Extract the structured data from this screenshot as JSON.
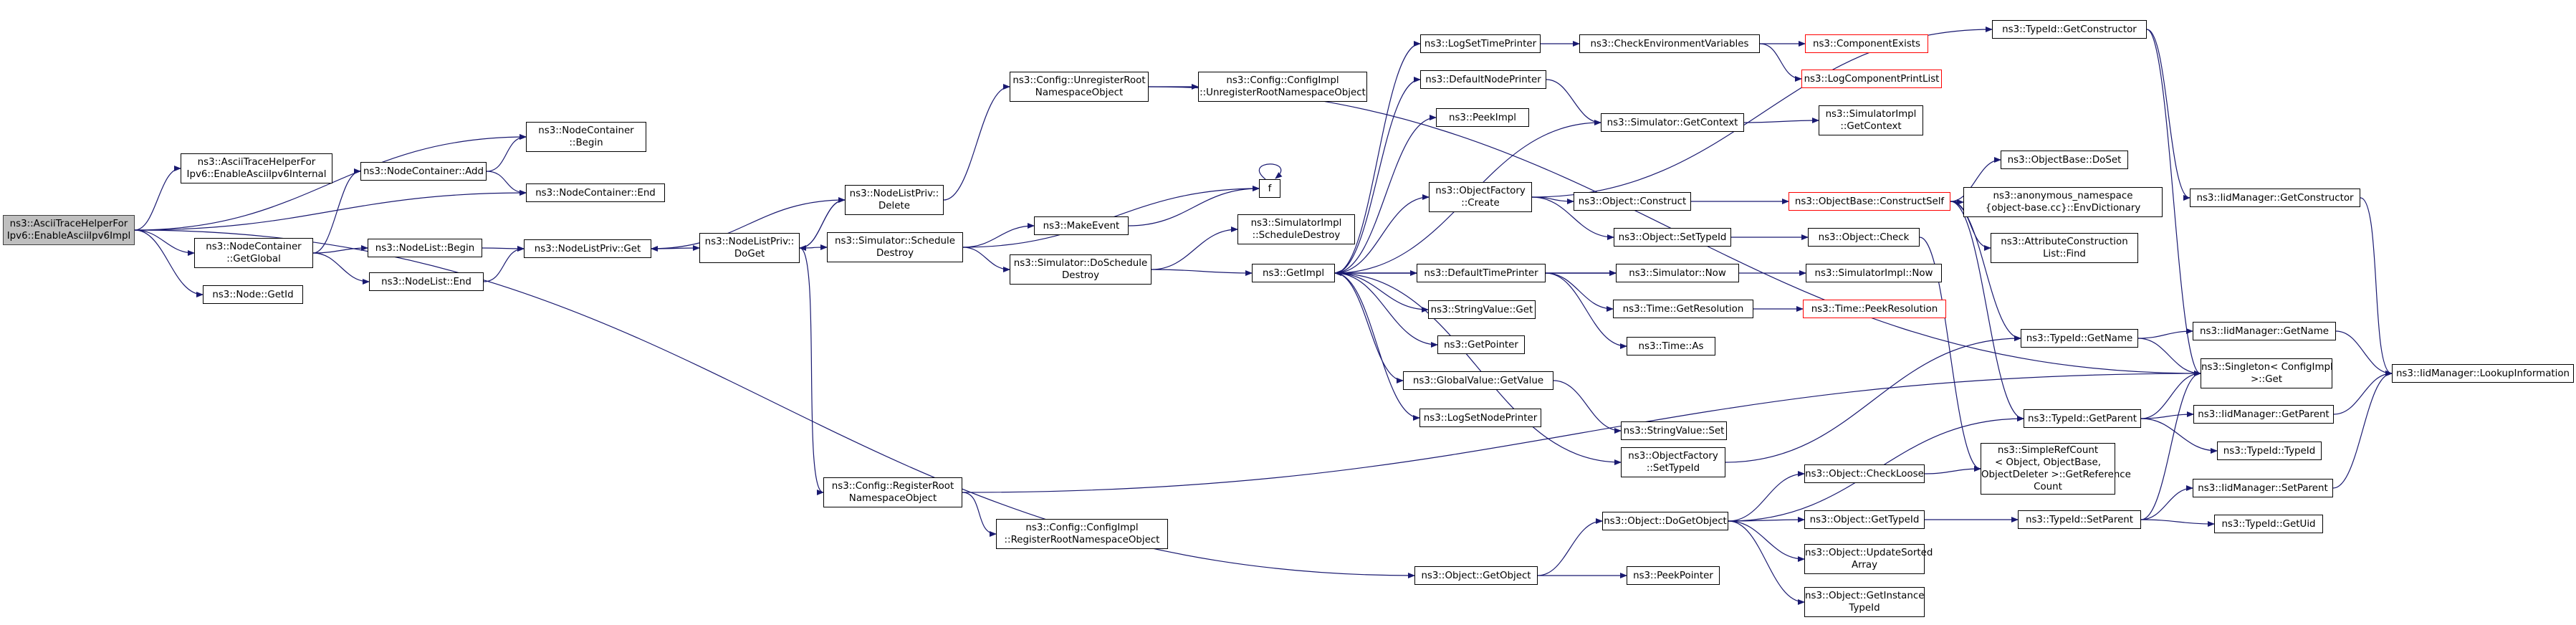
{
  "colors": {
    "edge": "#191970",
    "node_border": "#000000",
    "truncated_border": "#ff0000",
    "root_fill": "#bfbfbf",
    "background": "#ffffff"
  },
  "nodes": {
    "root": {
      "lines": [
        "ns3::AsciiTraceHelperFor",
        "Ipv6::EnableAsciiIpv6Impl"
      ]
    },
    "ascii_internal": {
      "lines": [
        "ns3::AsciiTraceHelperFor",
        "Ipv6::EnableAsciiIpv6Internal"
      ]
    },
    "nc_add": {
      "lines": [
        "ns3::NodeContainer::Add"
      ]
    },
    "nc_begin": {
      "lines": [
        "ns3::NodeContainer",
        "::Begin"
      ]
    },
    "nc_end": {
      "lines": [
        "ns3::NodeContainer::End"
      ]
    },
    "nc_getglobal": {
      "lines": [
        "ns3::NodeContainer",
        "::GetGlobal"
      ]
    },
    "node_getid": {
      "lines": [
        "ns3::Node::GetId"
      ]
    },
    "nl_begin": {
      "lines": [
        "ns3::NodeList::Begin"
      ]
    },
    "nl_end": {
      "lines": [
        "ns3::NodeList::End"
      ]
    },
    "nlp_get": {
      "lines": [
        "ns3::NodeListPriv::Get"
      ]
    },
    "nlp_delete": {
      "lines": [
        "ns3::NodeListPriv::",
        "Delete"
      ]
    },
    "nlp_doget": {
      "lines": [
        "ns3::NodeListPriv::",
        "DoGet"
      ]
    },
    "sim_schedule_destroy": {
      "lines": [
        "ns3::Simulator::Schedule",
        "Destroy"
      ]
    },
    "cfg_unregister": {
      "lines": [
        "ns3::Config::UnregisterRoot",
        "NamespaceObject"
      ]
    },
    "cfgimpl_unregister": {
      "lines": [
        "ns3::Config::ConfigImpl",
        "::UnregisterRootNamespaceObject"
      ]
    },
    "make_event": {
      "lines": [
        "ns3::MakeEvent"
      ]
    },
    "f": {
      "lines": [
        "f"
      ]
    },
    "sim_do_schedule_destroy": {
      "lines": [
        "ns3::Simulator::DoSchedule",
        "Destroy"
      ]
    },
    "simimpl_schedule_destroy": {
      "lines": [
        "ns3::SimulatorImpl",
        "::ScheduleDestroy"
      ]
    },
    "cfg_register": {
      "lines": [
        "ns3::Config::RegisterRoot",
        "NamespaceObject"
      ]
    },
    "cfgimpl_register": {
      "lines": [
        "ns3::Config::ConfigImpl",
        "::RegisterRootNamespaceObject"
      ]
    },
    "getimpl": {
      "lines": [
        "ns3::GetImpl"
      ]
    },
    "logset_time": {
      "lines": [
        "ns3::LogSetTimePrinter"
      ]
    },
    "default_node": {
      "lines": [
        "ns3::DefaultNodePrinter"
      ]
    },
    "peekimpl": {
      "lines": [
        "ns3::PeekImpl"
      ]
    },
    "of_create": {
      "lines": [
        "ns3::ObjectFactory",
        "::Create"
      ]
    },
    "default_time": {
      "lines": [
        "ns3::DefaultTimePrinter"
      ]
    },
    "sv_get": {
      "lines": [
        "ns3::StringValue::Get"
      ]
    },
    "getpointer": {
      "lines": [
        "ns3::GetPointer"
      ]
    },
    "gv_getvalue": {
      "lines": [
        "ns3::GlobalValue::GetValue"
      ]
    },
    "logset_node": {
      "lines": [
        "ns3::LogSetNodePrinter"
      ]
    },
    "check_env": {
      "lines": [
        "ns3::CheckEnvironmentVariables"
      ]
    },
    "comp_exists": {
      "lines": [
        "ns3::ComponentExists"
      ]
    },
    "log_comp_print": {
      "lines": [
        "ns3::LogComponentPrintList"
      ]
    },
    "sim_getcontext": {
      "lines": [
        "ns3::Simulator::GetContext"
      ]
    },
    "simimpl_getcontext": {
      "lines": [
        "ns3::SimulatorImpl",
        "::GetContext"
      ]
    },
    "obj_construct": {
      "lines": [
        "ns3::Object::Construct"
      ]
    },
    "obj_settypeid": {
      "lines": [
        "ns3::Object::SetTypeId"
      ]
    },
    "sim_now": {
      "lines": [
        "ns3::Simulator::Now"
      ]
    },
    "simimpl_now": {
      "lines": [
        "ns3::SimulatorImpl::Now"
      ]
    },
    "time_getres": {
      "lines": [
        "ns3::Time::GetResolution"
      ]
    },
    "time_peekres": {
      "lines": [
        "ns3::Time::PeekResolution"
      ]
    },
    "time_as": {
      "lines": [
        "ns3::Time::As"
      ]
    },
    "sv_set": {
      "lines": [
        "ns3::StringValue::Set"
      ]
    },
    "of_settypeid": {
      "lines": [
        "ns3::ObjectFactory",
        "::SetTypeId"
      ]
    },
    "obj_check": {
      "lines": [
        "ns3::Object::Check"
      ]
    },
    "ob_constructself": {
      "lines": [
        "ns3::ObjectBase::ConstructSelf"
      ]
    },
    "ob_doset": {
      "lines": [
        "ns3::ObjectBase::DoSet"
      ]
    },
    "anon_envdict": {
      "lines": [
        "ns3::anonymous_namespace",
        "{object-base.cc}::EnvDictionary"
      ]
    },
    "attr_construction": {
      "lines": [
        "ns3::AttributeConstruction",
        "List::Find"
      ]
    },
    "typeid_getconstructor": {
      "lines": [
        "ns3::TypeId::GetConstructor"
      ]
    },
    "iid_getconstructor": {
      "lines": [
        "ns3::IidManager::GetConstructor"
      ]
    },
    "typeid_getname": {
      "lines": [
        "ns3::TypeId::GetName"
      ]
    },
    "iid_getname": {
      "lines": [
        "ns3::IidManager::GetName"
      ]
    },
    "singleton_get": {
      "lines": [
        "ns3::Singleton< ConfigImpl",
        " >::Get"
      ]
    },
    "iid_lookup": {
      "lines": [
        "ns3::IidManager::LookupInformation"
      ]
    },
    "typeid_getparent": {
      "lines": [
        "ns3::TypeId::GetParent"
      ]
    },
    "iid_getparent": {
      "lines": [
        "ns3::IidManager::GetParent"
      ]
    },
    "typeid_typeid": {
      "lines": [
        "ns3::TypeId::TypeId"
      ]
    },
    "simple_refcount": {
      "lines": [
        "ns3::SimpleRefCount",
        "< Object, ObjectBase,",
        " ObjectDeleter >::GetReference",
        "Count"
      ]
    },
    "obj_checkloose": {
      "lines": [
        "ns3::Object::CheckLoose"
      ]
    },
    "obj_dogetobject": {
      "lines": [
        "ns3::Object::DoGetObject"
      ]
    },
    "obj_gettypeid": {
      "lines": [
        "ns3::Object::GetTypeId"
      ]
    },
    "typeid_setparent": {
      "lines": [
        "ns3::TypeId::SetParent"
      ]
    },
    "iid_setparent": {
      "lines": [
        "ns3::IidManager::SetParent"
      ]
    },
    "typeid_getuid": {
      "lines": [
        "ns3::TypeId::GetUid"
      ]
    },
    "obj_updatesorted": {
      "lines": [
        "ns3::Object::UpdateSorted",
        "Array"
      ]
    },
    "obj_getinstance": {
      "lines": [
        "ns3::Object::GetInstance",
        "TypeId"
      ]
    },
    "obj_getobject": {
      "lines": [
        "ns3::Object::GetObject"
      ]
    },
    "peekpointer": {
      "lines": [
        "ns3::PeekPointer"
      ]
    }
  }
}
